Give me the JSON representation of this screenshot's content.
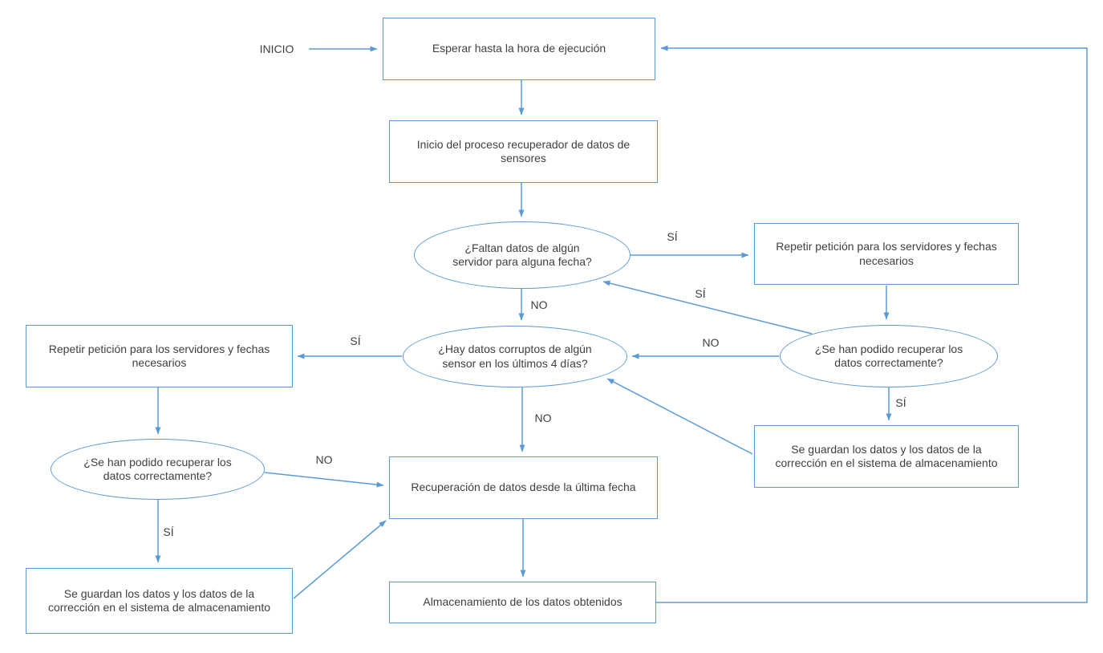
{
  "diagram": {
    "type": "flowchart",
    "language": "es",
    "start_label": "INICIO",
    "yes_label": "SÍ",
    "no_label": "NO",
    "colors": {
      "shape_stroke": "#5B9BD5",
      "arrow": "#5B9BD5",
      "text": "#3F3F3F",
      "background": "#FFFFFF"
    },
    "nodes": {
      "esperar": {
        "type": "process",
        "label": "Esperar hasta la hora de ejecución"
      },
      "inicio_proceso": {
        "type": "process",
        "label": "Inicio del proceso recuperador de datos de sensores"
      },
      "faltan": {
        "type": "decision",
        "label": "¿Faltan datos de algún servidor para alguna fecha?"
      },
      "repetir_right": {
        "type": "process",
        "label": "Repetir petición para los servidores y fechas necesarios"
      },
      "recuperar_right": {
        "type": "decision",
        "label": "¿Se han podido recuperar los datos correctamente?"
      },
      "guardan_right": {
        "type": "process",
        "label": "Se guardan los datos y los datos de la corrección en el sistema de almacenamiento"
      },
      "corruptos": {
        "type": "decision",
        "label": "¿Hay datos corruptos de algún sensor en los últimos 4 días?"
      },
      "repetir_left": {
        "type": "process",
        "label": "Repetir petición para los servidores y fechas necesarios"
      },
      "recuperar_left": {
        "type": "decision",
        "label": "¿Se han podido recuperar los datos correctamente?"
      },
      "recuperacion": {
        "type": "process",
        "label": "Recuperación de datos desde la última fecha"
      },
      "guardan_left": {
        "type": "process",
        "label": "Se guardan los datos y los datos de la corrección en el sistema de almacenamiento"
      },
      "almacenamiento": {
        "type": "process",
        "label": "Almacenamiento de los datos obtenidos"
      }
    },
    "edges": [
      {
        "from": "INICIO",
        "to": "esperar",
        "label": ""
      },
      {
        "from": "esperar",
        "to": "inicio_proceso",
        "label": ""
      },
      {
        "from": "inicio_proceso",
        "to": "faltan",
        "label": ""
      },
      {
        "from": "faltan",
        "to": "repetir_right",
        "label": "SÍ"
      },
      {
        "from": "faltan",
        "to": "corruptos",
        "label": "NO"
      },
      {
        "from": "repetir_right",
        "to": "recuperar_right",
        "label": ""
      },
      {
        "from": "recuperar_right",
        "to": "faltan",
        "label": "SÍ"
      },
      {
        "from": "recuperar_right",
        "to": "corruptos",
        "label": "NO"
      },
      {
        "from": "recuperar_right",
        "to": "guardan_right",
        "label": "SÍ"
      },
      {
        "from": "guardan_right",
        "to": "corruptos",
        "label": ""
      },
      {
        "from": "corruptos",
        "to": "repetir_left",
        "label": "SÍ"
      },
      {
        "from": "corruptos",
        "to": "recuperacion",
        "label": "NO"
      },
      {
        "from": "repetir_left",
        "to": "recuperar_left",
        "label": ""
      },
      {
        "from": "recuperar_left",
        "to": "recuperacion",
        "label": "NO"
      },
      {
        "from": "recuperar_left",
        "to": "guardan_left",
        "label": "SÍ"
      },
      {
        "from": "guardan_left",
        "to": "recuperacion",
        "label": ""
      },
      {
        "from": "recuperacion",
        "to": "almacenamiento",
        "label": ""
      },
      {
        "from": "almacenamiento",
        "to": "esperar",
        "label": ""
      }
    ]
  }
}
